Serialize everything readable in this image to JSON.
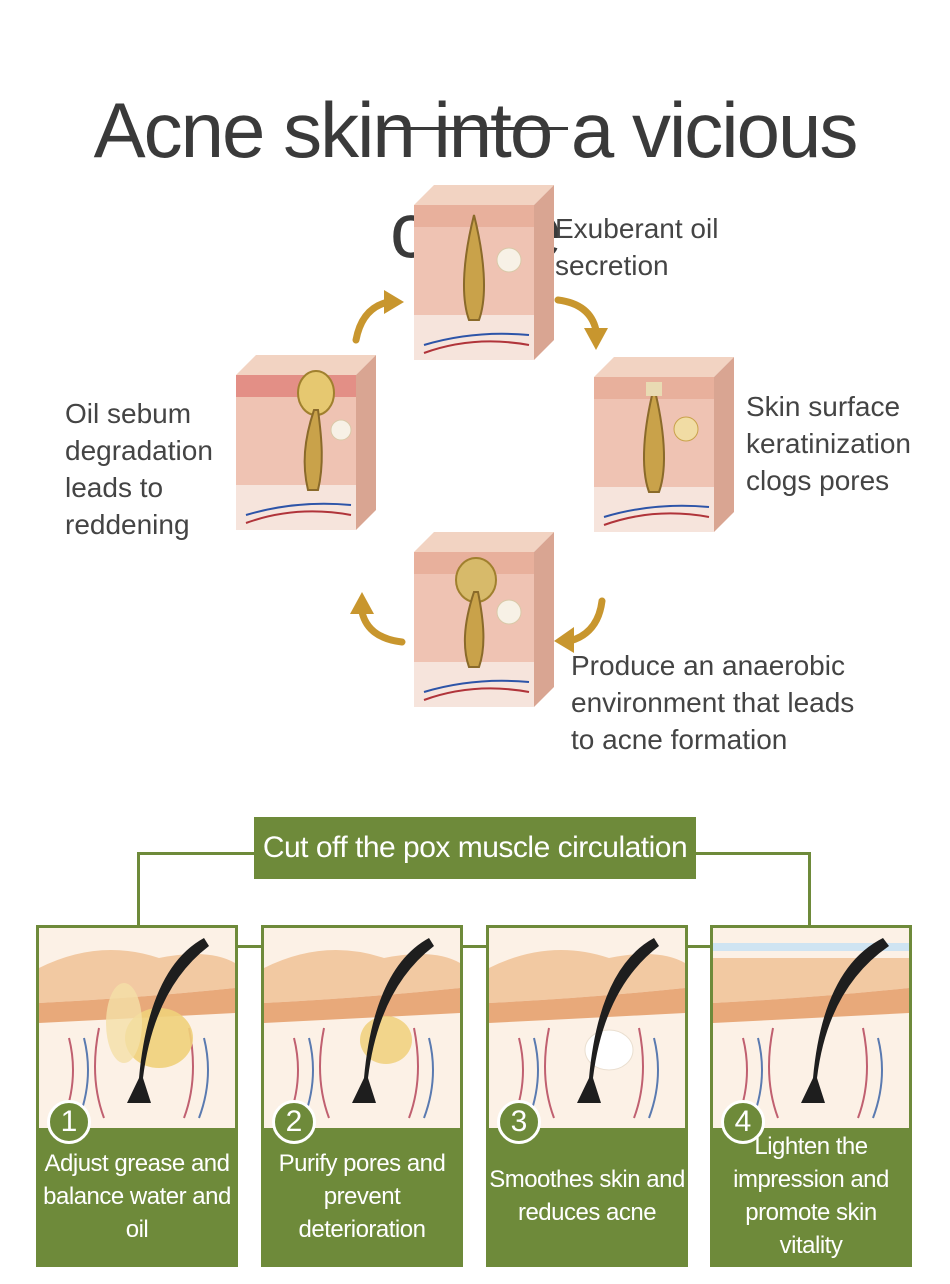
{
  "title": "Acne skin into a vicious circle",
  "cycle": {
    "steps": [
      {
        "label": "Exuberant oil secretion"
      },
      {
        "label": "Skin surface keratinization clogs pores"
      },
      {
        "label": "Produce an anaerobic environment that leads to acne formation"
      },
      {
        "label": "Oil sebum degradation leads to reddening"
      }
    ]
  },
  "solution": {
    "banner": "Cut off the pox muscle circulation",
    "cards": [
      {
        "number": "1",
        "text": "Adjust grease and balance water and oil"
      },
      {
        "number": "2",
        "text": "Purify pores and prevent deterioration"
      },
      {
        "number": "3",
        "text": "Smoothes skin and reduces acne"
      },
      {
        "number": "4",
        "text": "Lighten the impression and promote skin vitality"
      }
    ]
  },
  "colors": {
    "accent_green": "#6e8a3a",
    "arrow_gold": "#c8962e",
    "skin_pink": "#efc3b3",
    "sebum_yellow": "#d9b45a"
  }
}
